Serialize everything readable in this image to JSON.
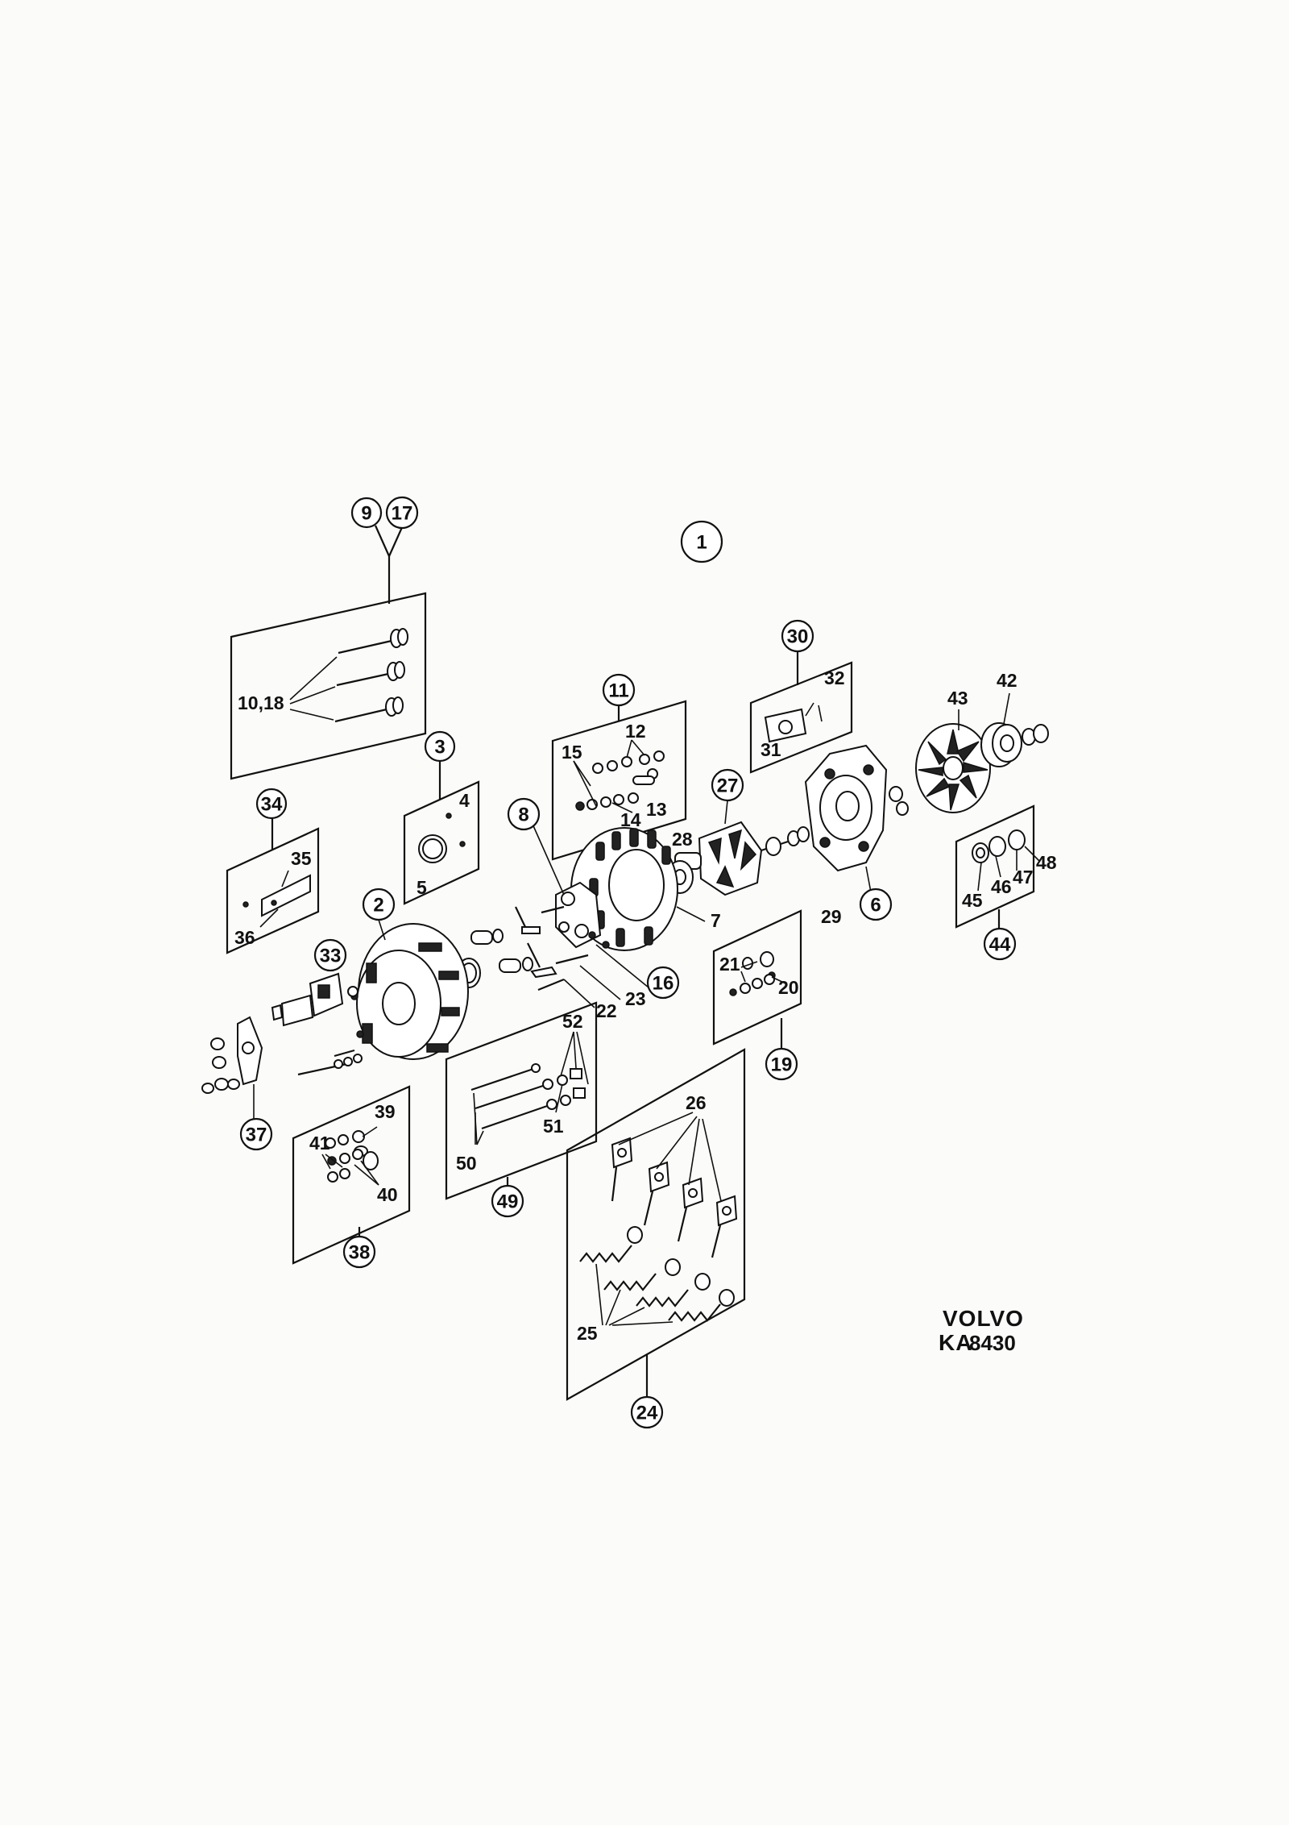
{
  "drawing": {
    "title_label": "1",
    "brand": "VOLVO",
    "drawing_number_prefix": "KA",
    "drawing_number": "8430"
  },
  "callouts": {
    "c1": "1",
    "c2": "2",
    "c3": "3",
    "c6": "6",
    "c8": "8",
    "c9": "9",
    "c17": "17",
    "c11": "11",
    "c16": "16",
    "c19": "19",
    "c24": "24",
    "c27": "27",
    "c30": "30",
    "c33": "33",
    "c34": "34",
    "c37": "37",
    "c38": "38",
    "c44": "44",
    "c49": "49"
  },
  "labels": {
    "l4": "4",
    "l5": "5",
    "l7": "7",
    "l1018": "10,18",
    "l12": "12",
    "l13": "13",
    "l14": "14",
    "l15": "15",
    "l20": "20",
    "l21": "21",
    "l22": "22",
    "l23": "23",
    "l25": "25",
    "l26": "26",
    "l28": "28",
    "l29": "29",
    "l31": "31",
    "l32": "32",
    "l35": "35",
    "l36": "36",
    "l39": "39",
    "l40": "40",
    "l41": "41",
    "l42": "42",
    "l43": "43",
    "l45": "45",
    "l46": "46",
    "l47": "47",
    "l48": "48",
    "l50": "50",
    "l51": "51",
    "l52": "52"
  }
}
